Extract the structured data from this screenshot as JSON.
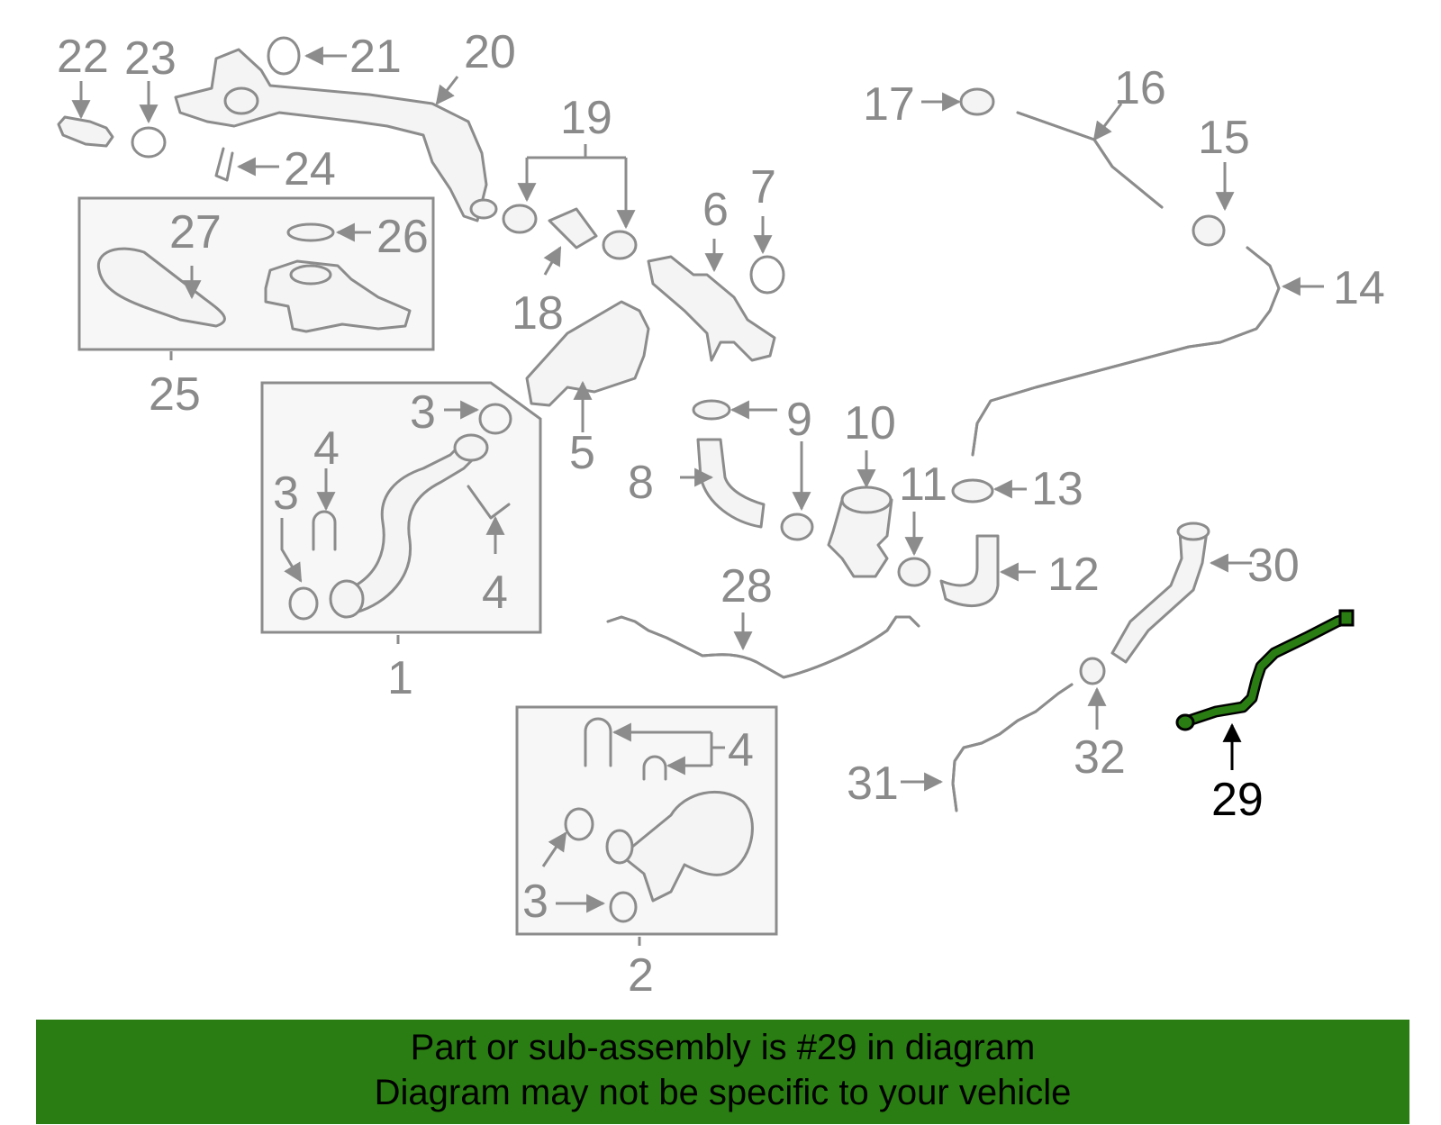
{
  "diagram": {
    "callouts": [
      "1",
      "2",
      "3",
      "4",
      "5",
      "6",
      "7",
      "8",
      "9",
      "10",
      "11",
      "12",
      "13",
      "14",
      "15",
      "16",
      "17",
      "18",
      "19",
      "20",
      "21",
      "22",
      "23",
      "24",
      "25",
      "26",
      "27",
      "28",
      "29",
      "30",
      "31",
      "32"
    ],
    "highlighted_part": "29",
    "highlight_color": "#2a7d12",
    "line_color": "#8c8c8c",
    "label_color": "#8a8a8a"
  },
  "banner": {
    "line1": "Part or sub-assembly is #29 in diagram",
    "line2": "Diagram may not be specific to your vehicle",
    "background": "#2a7d12"
  }
}
